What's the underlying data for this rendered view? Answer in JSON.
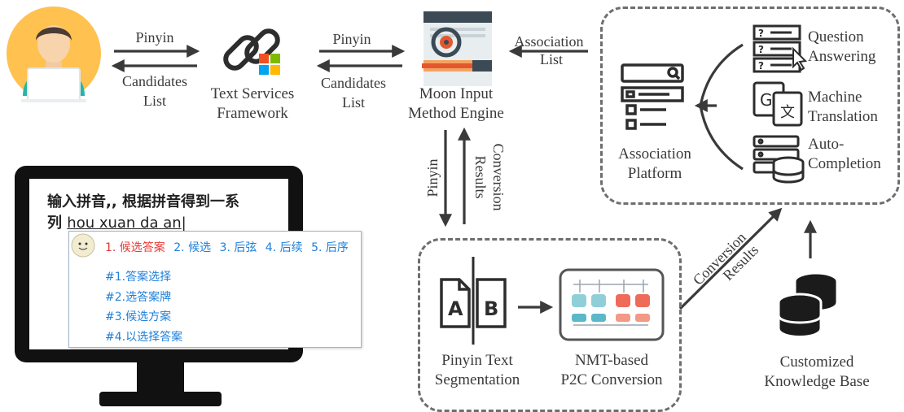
{
  "arrows": {
    "pinyin_1": "Pinyin",
    "candidates_1_line1": "Candidates",
    "candidates_1_line2": "List",
    "pinyin_2": "Pinyin",
    "candidates_2_line1": "Candidates",
    "candidates_2_line2": "List",
    "association_line1": "Association",
    "association_line2": "List",
    "pinyin_down": "Pinyin",
    "conversion_up_line1": "Conversion",
    "conversion_up_line2": "Results",
    "conversion_diag_line1": "Conversion",
    "conversion_diag_line2": "Results"
  },
  "nodes": {
    "tsf_line1": "Text Services",
    "tsf_line2": "Framework",
    "engine_line1": "Moon Input",
    "engine_line2": "Method Engine",
    "assoc_line1": "Association",
    "assoc_line2": "Platform",
    "qa_line1": "Question",
    "qa_line2": "Answering",
    "mt_line1": "Machine",
    "mt_line2": "Translation",
    "ac_line1": "Auto-",
    "ac_line2": "Completion",
    "seg_line1": "Pinyin Text",
    "seg_line2": "Segmentation",
    "nmt_line1": "NMT-based",
    "nmt_line2": "P2C Conversion",
    "kb_line1": "Customized",
    "kb_line2": "Knowledge Base"
  },
  "monitor": {
    "text_line1": "输入拼音,, 根据拼音得到一系",
    "text_line2_prefix": "列 ",
    "text_line2_pinyin": "hou xuan da an",
    "candidates": [
      "1. 候选答案",
      "2. 候选",
      "3. 后弦",
      "4. 后续",
      "5. 后序"
    ],
    "associations": [
      "#1.答案选择",
      "#2.选答案牌",
      "#3.候选方案",
      "#4.以选择答案"
    ]
  },
  "seg_letters": {
    "left": "A",
    "right": "B"
  },
  "colors": {
    "highlight": "#e53935",
    "candidate": "#1e7fd8",
    "arrow": "#3a3a3a"
  }
}
